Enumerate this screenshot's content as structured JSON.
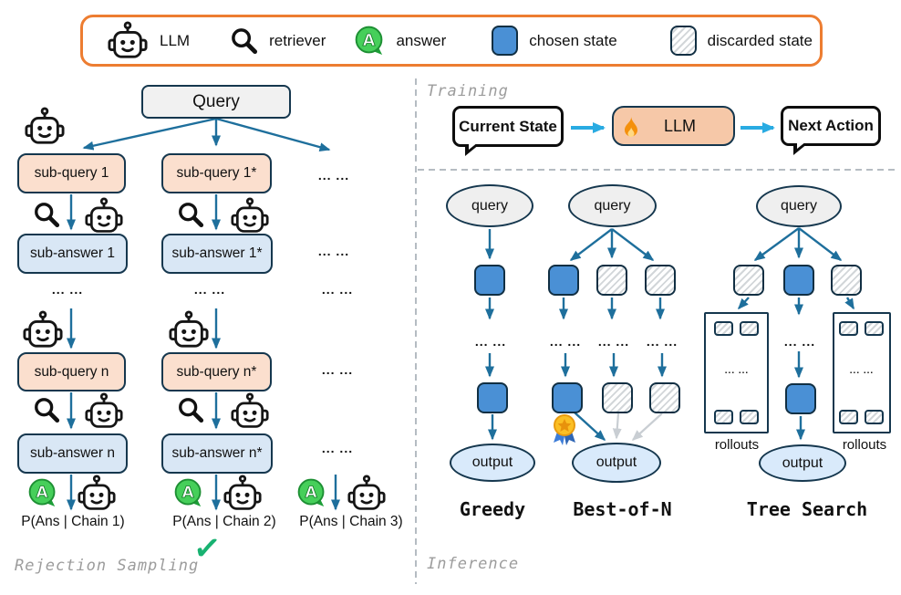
{
  "colors": {
    "accent_orange": "#ED7D31",
    "arrow_teal": "#1E6F9C",
    "arrow_cyan": "#29ABE2",
    "arrow_gray": "#C9CED3",
    "chosen_blue": "#4A90D5",
    "peach_box": "#FBDFCE",
    "light_blue_box": "#D9E7F5",
    "navy_border": "#15374E",
    "gray_label": "#9C9C9C",
    "check_green": "#18B271"
  },
  "legend": {
    "items": [
      {
        "icon": "llm-robot-icon",
        "label": "LLM"
      },
      {
        "icon": "retriever-magnifier-icon",
        "label": "retriever"
      },
      {
        "icon": "answer-icon",
        "label": "answer"
      },
      {
        "icon": "chosen-state-swatch",
        "label": "chosen state"
      },
      {
        "icon": "discarded-state-swatch",
        "label": "discarded state"
      }
    ]
  },
  "rejection": {
    "section_label": "Rejection Sampling",
    "query": "Query",
    "dots": "... ...",
    "checkmark": "✓",
    "chains": [
      {
        "sub_query": "sub-query 1",
        "sub_answer": "sub-answer 1",
        "sub_query_n": "sub-query n",
        "sub_answer_n": "sub-answer n",
        "prob": "P(Ans | Chain 1)"
      },
      {
        "sub_query": "sub-query 1*",
        "sub_answer": "sub-answer 1*",
        "sub_query_n": "sub-query n*",
        "sub_answer_n": "sub-answer n*",
        "prob": "P(Ans | Chain 2)"
      },
      {
        "prob": "P(Ans | Chain 3)"
      }
    ]
  },
  "training": {
    "section_label": "Training",
    "current_state": "Current State",
    "llm": "LLM",
    "next_action": "Next Action"
  },
  "inference": {
    "section_label": "Inference",
    "dots": "... ...",
    "greedy": {
      "query": "query",
      "output": "output",
      "label": "Greedy"
    },
    "best_of_n": {
      "query": "query",
      "output": "output",
      "label": "Best-of-N"
    },
    "tree_search": {
      "query": "query",
      "output": "output",
      "label": "Tree Search",
      "rollouts_left": "rollouts",
      "rollouts_right": "rollouts"
    }
  }
}
